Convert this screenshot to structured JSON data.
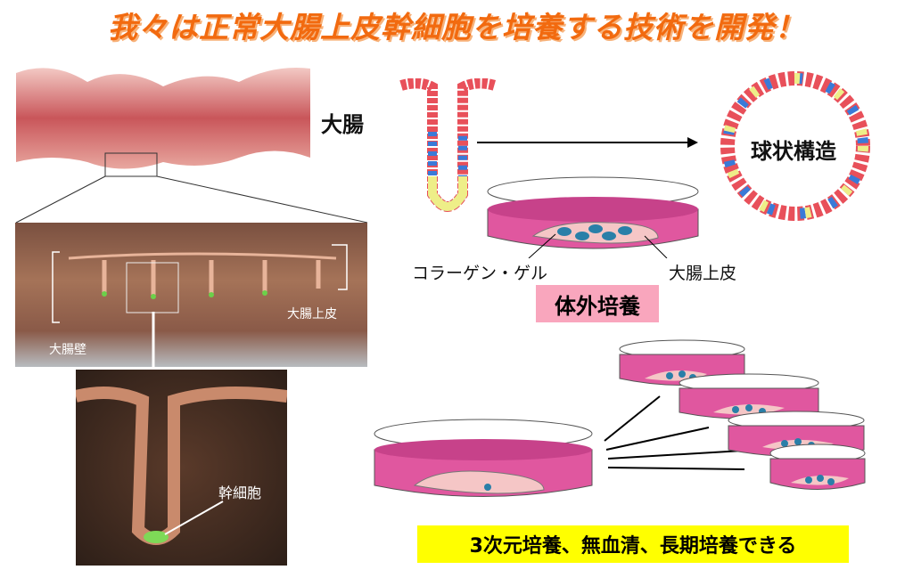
{
  "title": "我々は正常大腸上皮幹細胞を培養する技術を開発！",
  "labels": {
    "colon": "大腸",
    "colon_wall": "大腸壁",
    "colon_epithelium_photo": "大腸上皮",
    "stem_cell": "幹細胞",
    "spheroid": "球状構造",
    "collagen_gel": "コラーゲン・ゲル",
    "colon_epithelium": "大腸上皮",
    "in_vitro": "体外培養",
    "summary": "3次元培養、無血清、長期培養できる"
  },
  "colors": {
    "title": "#f26a0f",
    "dish_medium": "#e0579f",
    "tissue": "#f5c6c6",
    "cell_nucleus": "#2a7fa8",
    "pink_box": "#f9a6bd",
    "yellow_box": "#ffff00"
  }
}
